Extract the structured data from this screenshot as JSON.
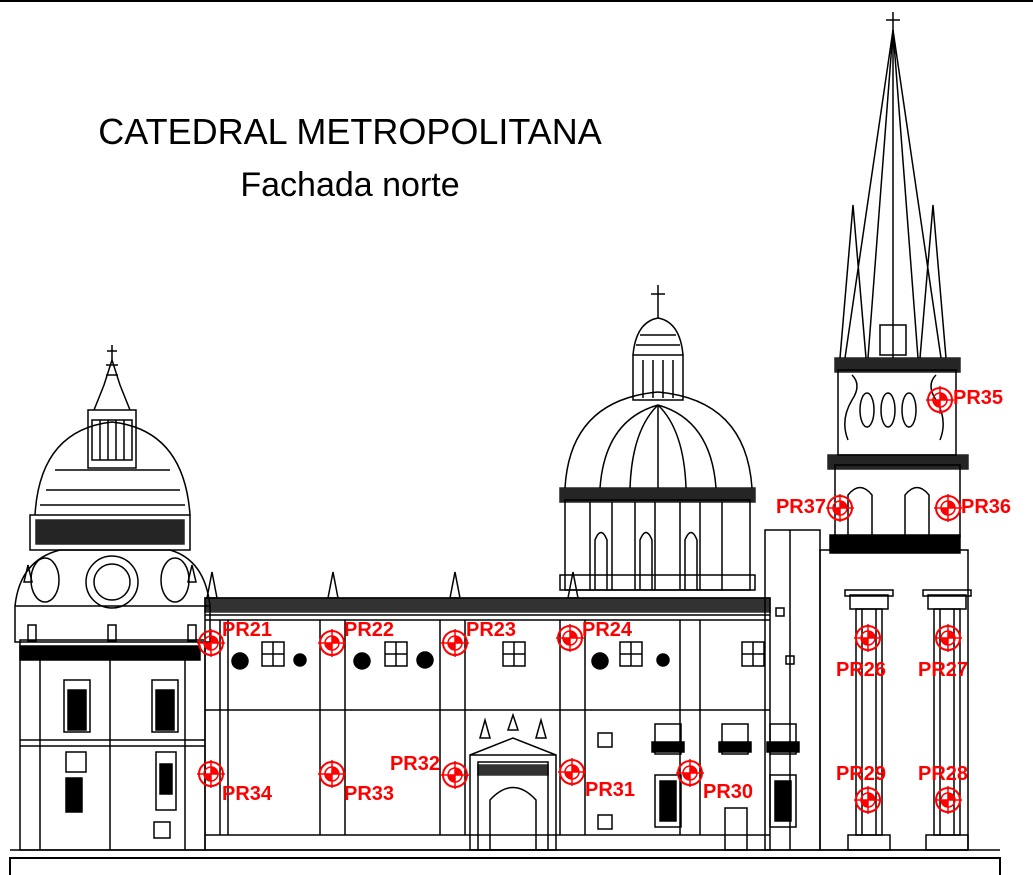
{
  "title": "CATEDRAL METROPOLITANA",
  "subtitle": "Fachada norte",
  "marker_color": "#ff0000",
  "line_color": "#000000",
  "markers": [
    {
      "id": "PR21",
      "label": "PR21"
    },
    {
      "id": "PR22",
      "label": "PR22"
    },
    {
      "id": "PR23",
      "label": "PR23"
    },
    {
      "id": "PR24",
      "label": "PR24"
    },
    {
      "id": "PR26",
      "label": "PR26"
    },
    {
      "id": "PR27",
      "label": "PR27"
    },
    {
      "id": "PR28",
      "label": "PR28"
    },
    {
      "id": "PR29",
      "label": "PR29"
    },
    {
      "id": "PR30",
      "label": "PR30"
    },
    {
      "id": "PR31",
      "label": "PR31"
    },
    {
      "id": "PR32",
      "label": "PR32"
    },
    {
      "id": "PR33",
      "label": "PR33"
    },
    {
      "id": "PR34",
      "label": "PR34"
    },
    {
      "id": "PR35",
      "label": "PR35"
    },
    {
      "id": "PR36",
      "label": "PR36"
    },
    {
      "id": "PR37",
      "label": "PR37"
    }
  ]
}
